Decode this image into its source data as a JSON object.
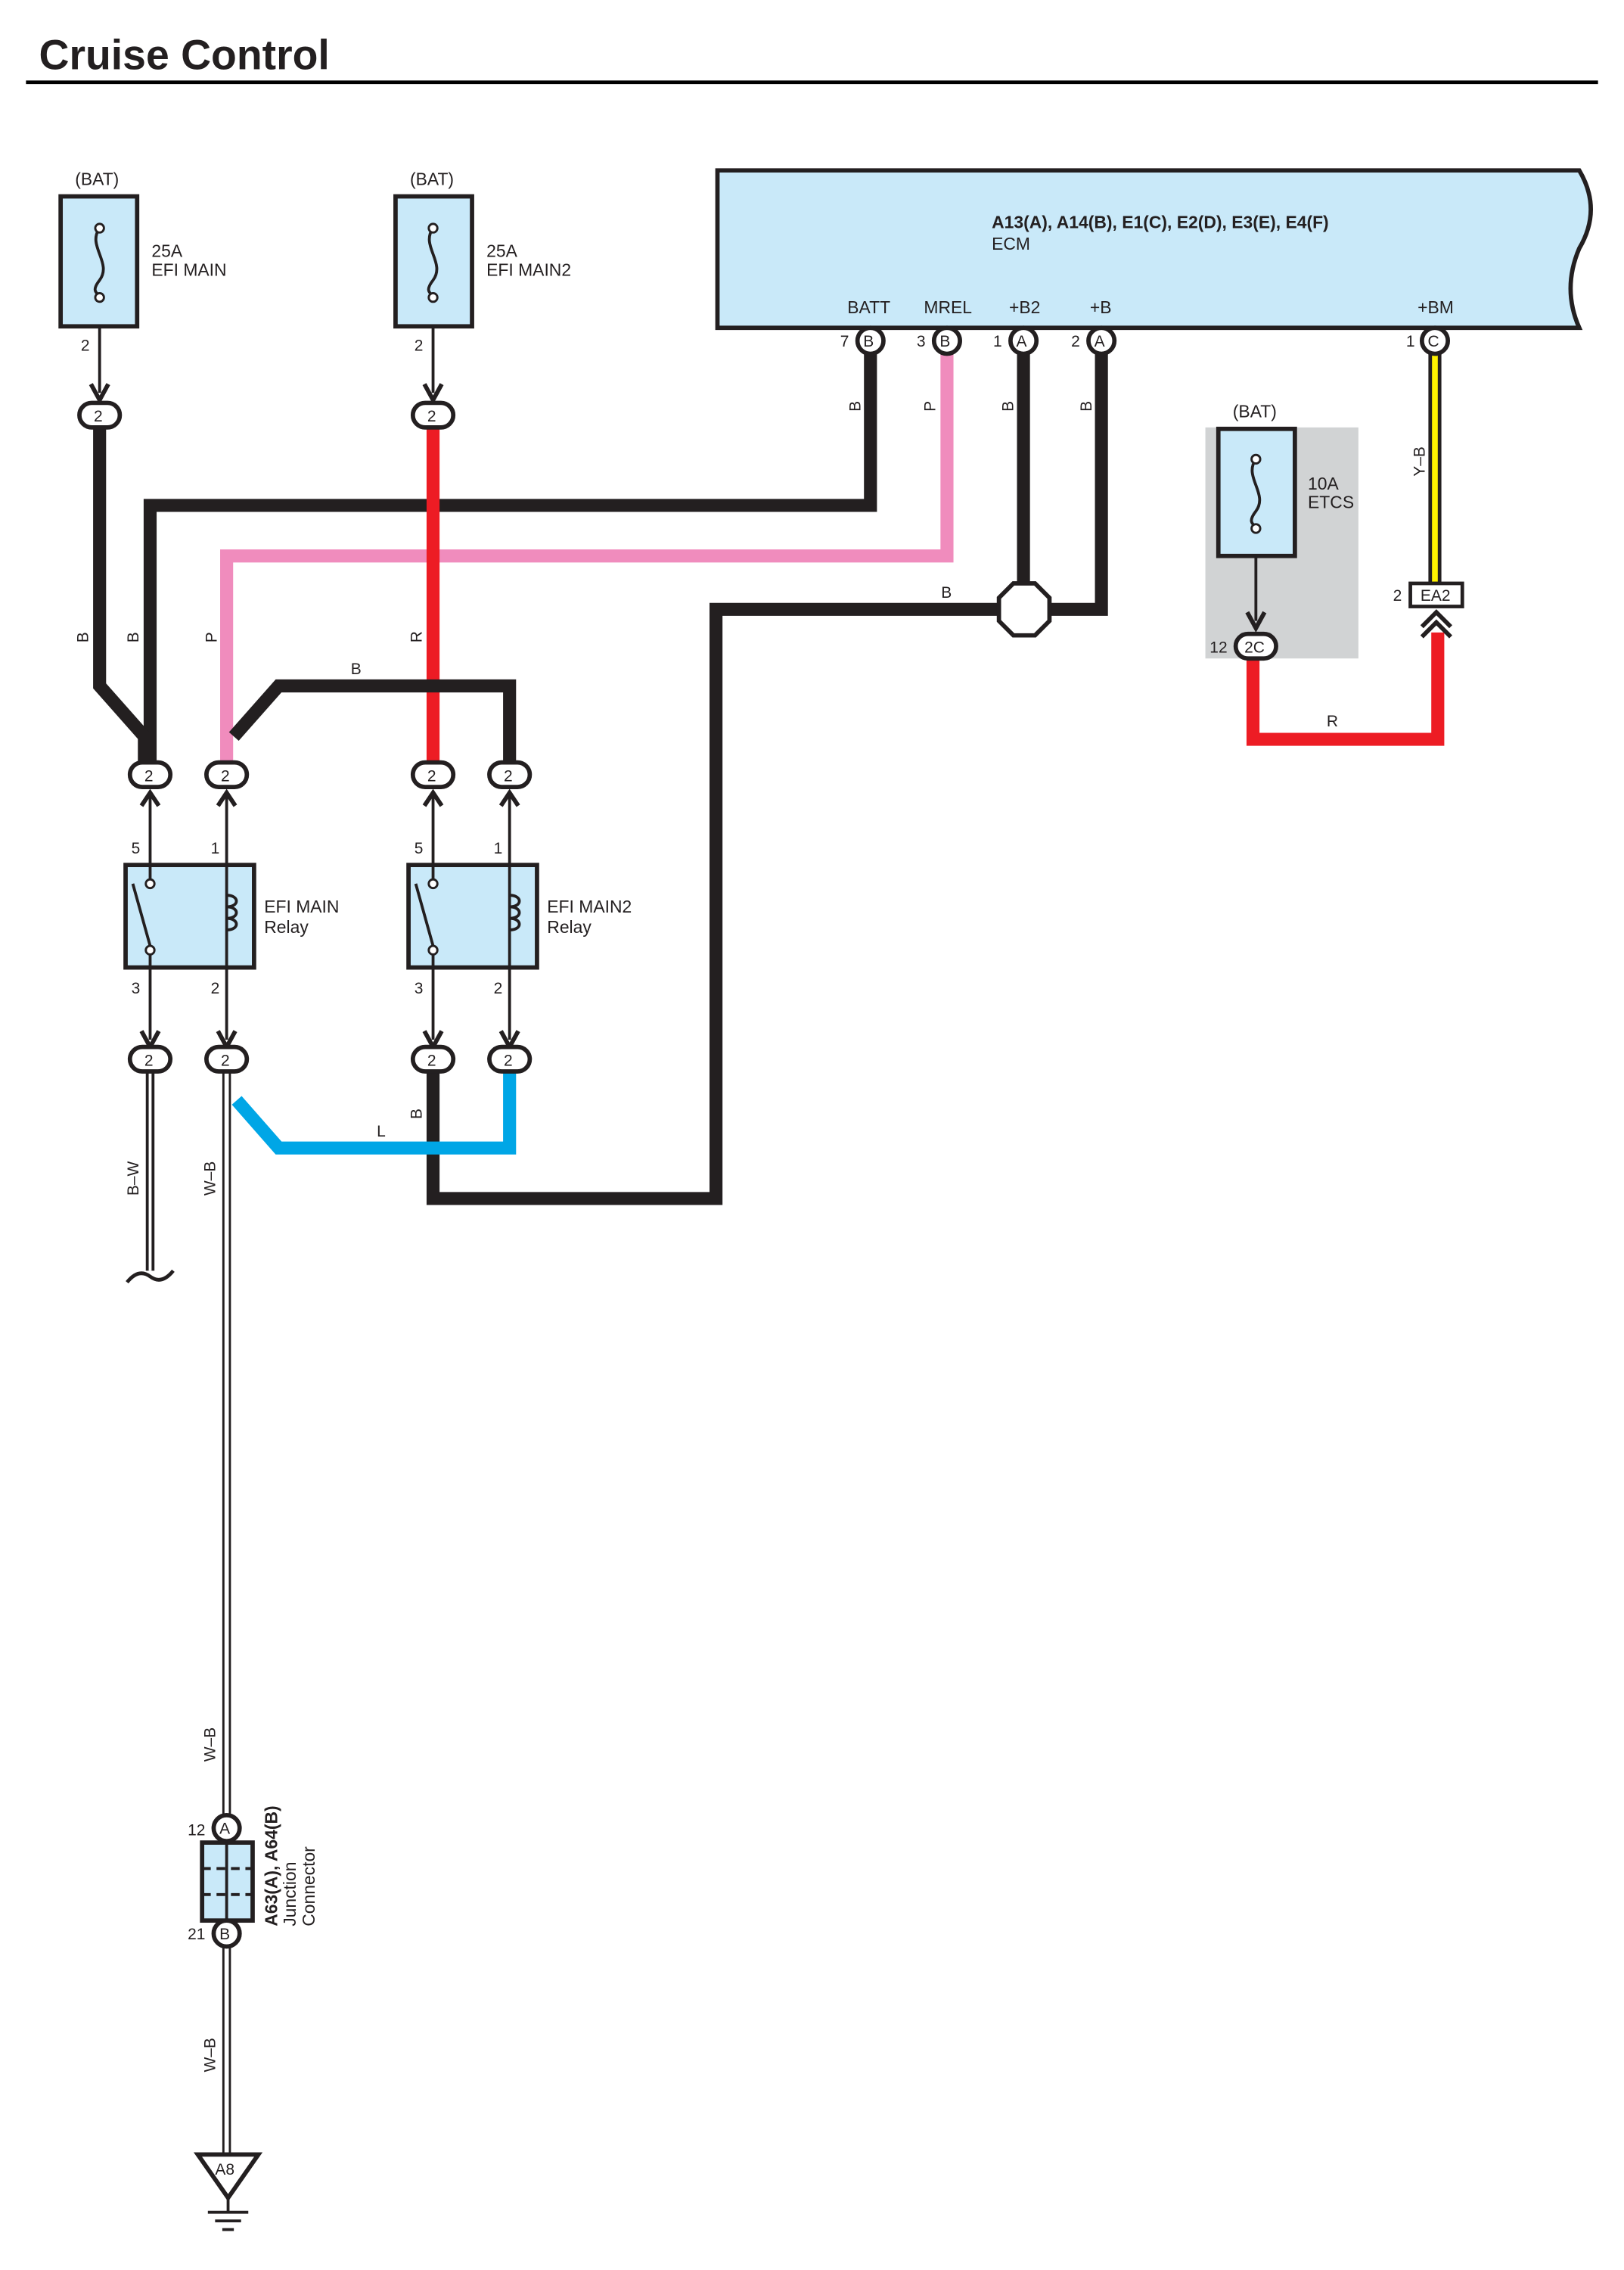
{
  "page": {
    "title": "Cruise Control"
  },
  "fuses": {
    "efi_main": {
      "source": "(BAT)",
      "rating": "25A",
      "name": "EFI MAIN",
      "pin": "2",
      "connector": "2"
    },
    "efi_main2": {
      "source": "(BAT)",
      "rating": "25A",
      "name": "EFI MAIN2",
      "pin": "2",
      "connector": "2"
    },
    "etcs": {
      "source": "(BAT)",
      "rating": "10A",
      "name": "ETCS",
      "pin": "12",
      "connector": "2C"
    }
  },
  "ecm": {
    "connectors": "A13(A), A14(B), E1(C), E2(D), E3(E), E4(F)",
    "name": "ECM",
    "terminals": [
      {
        "label": "BATT",
        "pin": "7",
        "conn": "B"
      },
      {
        "label": "MREL",
        "pin": "3",
        "conn": "B"
      },
      {
        "label": "+B2",
        "pin": "1",
        "conn": "A"
      },
      {
        "label": "+B",
        "pin": "2",
        "conn": "A"
      },
      {
        "label": "+BM",
        "pin": "1",
        "conn": "C"
      }
    ]
  },
  "relays": {
    "efi_main": {
      "name_line1": "EFI MAIN",
      "name_line2": "Relay",
      "pin5": "5",
      "pin1": "1",
      "pin3": "3",
      "pin2": "2"
    },
    "efi_main2": {
      "name_line1": "EFI MAIN2",
      "name_line2": "Relay",
      "pin5": "5",
      "pin1": "1",
      "pin3": "3",
      "pin2": "2"
    }
  },
  "connector_label": "2",
  "ea2": {
    "pin": "2",
    "name": "EA2"
  },
  "wire_colors": {
    "black": "B",
    "pink": "P",
    "red": "R",
    "yellow_black": "Y–B",
    "blue": "L",
    "black_white": "B–W",
    "white_black": "W–B"
  },
  "colors": {
    "black": "#231f20",
    "pink": "#f08cbd",
    "red": "#ed1c24",
    "yellow": "#fff200",
    "blue": "#00a6e6",
    "component_fill": "#c9e9f9",
    "etcs_box": "#d1d3d4"
  },
  "junction": {
    "pin_a": "12",
    "conn_a": "A",
    "pin_b": "21",
    "conn_b": "B",
    "name_line1": "A63(A), A64(B)",
    "name_line2": "Junction",
    "name_line3": "Connector"
  },
  "ground": {
    "name": "A8"
  }
}
